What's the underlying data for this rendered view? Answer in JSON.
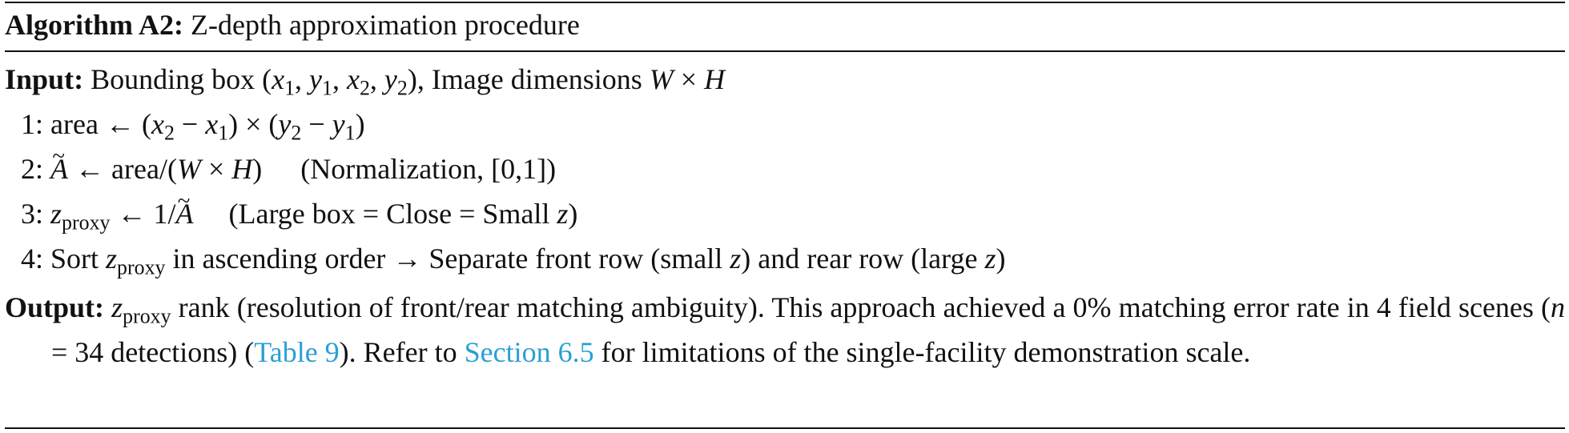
{
  "title": {
    "label": "Algorithm A2:",
    "text": "Z-depth approximation procedure"
  },
  "input": {
    "label": "Input:",
    "text_a": "Bounding box (",
    "text_b": "), Image dimensions "
  },
  "steps": [
    {
      "num": "1:",
      "lhs": "area"
    },
    {
      "num": "2:",
      "rhs_text": "area/(",
      "note": "(Normalization, [0,1])"
    },
    {
      "num": "3:",
      "rhs_text": "1/",
      "note": "(Large box = Close = Small "
    },
    {
      "num": "4:",
      "text_a": "Sort ",
      "text_b": " in ascending order → Separate front row (small ",
      "text_c": ") and rear row (large ",
      "text_d": ")"
    }
  ],
  "output": {
    "label": "Output:",
    "text_a": " rank (resolution of front/rear matching ambiguity). This approach achieved a 0% matching error rate in 4 field scenes (",
    "text_b": " = 34 detections) (",
    "link_table": "Table 9",
    "text_c": "). Refer to ",
    "link_section": "Section 6.5",
    "text_d": " for limitations of the single-facility demonstration scale."
  },
  "math": {
    "proxy_sub": "proxy",
    "z": "z",
    "n": "n"
  }
}
